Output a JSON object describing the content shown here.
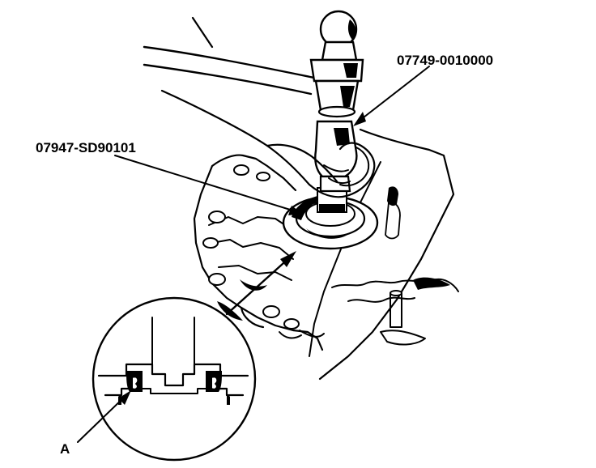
{
  "labels": {
    "driver_handle": "07749-0010000",
    "installer": "07947-SD90101",
    "seal": "A"
  },
  "colors": {
    "ink": "#000000",
    "paper": "#ffffff"
  }
}
